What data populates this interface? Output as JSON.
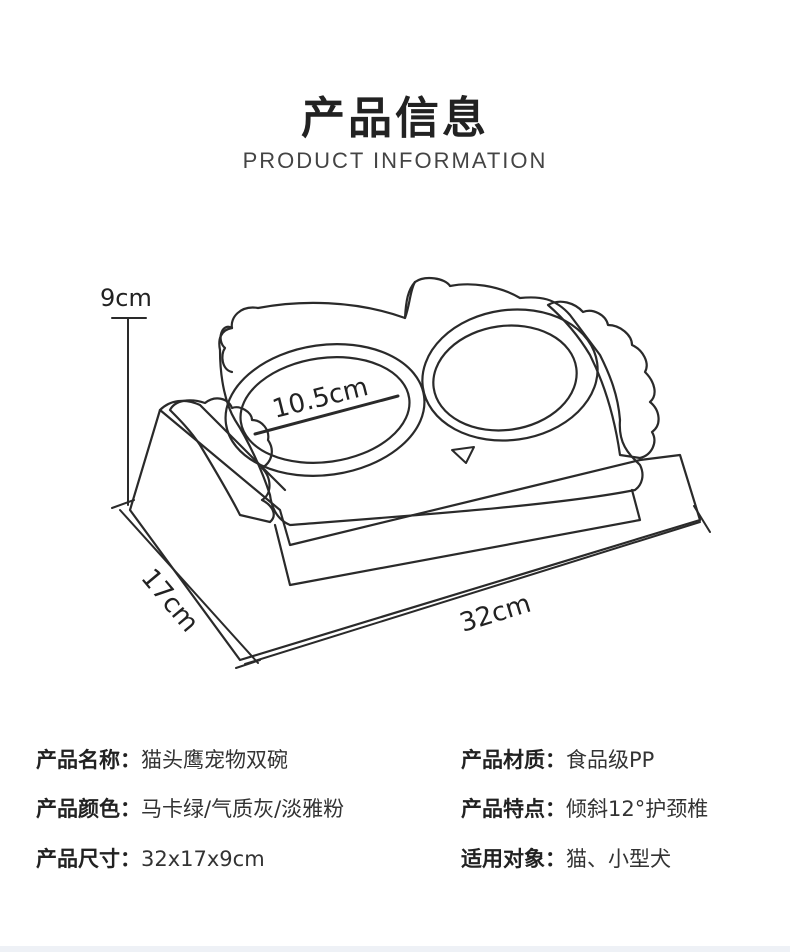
{
  "header": {
    "title": "产品信息",
    "subtitle": "PRODUCT INFORMATION"
  },
  "dimensions": {
    "height": "9cm",
    "bowl_diameter": "10.5cm",
    "depth": "17cm",
    "width": "32cm"
  },
  "specs": [
    {
      "label": "产品名称：",
      "value": "猫头鹰宠物双碗"
    },
    {
      "label": "产品材质：",
      "value": "食品级PP"
    },
    {
      "label": "产品颜色：",
      "value": "马卡绿/气质灰/淡雅粉"
    },
    {
      "label": "产品特点：",
      "value": "倾斜12°护颈椎"
    },
    {
      "label": "产品尺寸：",
      "value": "32x17x9cm"
    },
    {
      "label": "适用对象：",
      "value": "猫、小型犬"
    }
  ]
}
